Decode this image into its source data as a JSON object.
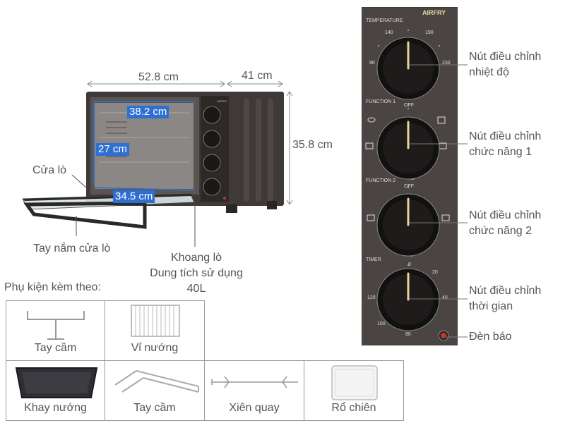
{
  "oven": {
    "width_label": "52.8 cm",
    "depth_label": "41 cm",
    "height_label": "35.8 cm",
    "inner_width_label": "38.2 cm",
    "inner_height_label": "27 cm",
    "inner_depth_label": "34.5 cm",
    "door_label": "Cửa lò",
    "handle_label": "Tay nắm cửa lò",
    "chamber_line1": "Khoang lò",
    "chamber_line2": "Dung tích sử dụng",
    "chamber_line3": "40L",
    "panel_logo_tiny": "AIRFRY"
  },
  "panel": {
    "logo": "AIRFRY",
    "temperature_title": "TEMPERATURE",
    "temp_marks": [
      "140",
      "190",
      "90",
      "230"
    ],
    "function1_title": "FUNCTION 1",
    "function1_off": "OFF",
    "function2_title": "FUNCTION 2",
    "function2_off": "OFF",
    "timer_title": "TIMER",
    "timer_marks": [
      "0",
      "20",
      "40",
      "120",
      "100",
      "80"
    ]
  },
  "callouts": [
    {
      "line1": "Nút điều chỉnh",
      "line2": "nhiệt độ"
    },
    {
      "line1": "Nút điều chỉnh",
      "line2": "chức năng 1"
    },
    {
      "line1": "Nút điều chỉnh",
      "line2": "chức năng 2"
    },
    {
      "line1": "Nút điều chỉnh",
      "line2": "thời gian"
    },
    {
      "line1": "Đèn báo",
      "line2": ""
    }
  ],
  "accessories": {
    "title": "Phụ kiện kèm theo:",
    "items": [
      {
        "name": "Tay cầm"
      },
      {
        "name": "Vỉ nướng"
      },
      {
        "name": "Khay nướng"
      },
      {
        "name": "Tay cầm"
      },
      {
        "name": "Xiên quay"
      },
      {
        "name": "Rổ chiên"
      }
    ]
  },
  "colors": {
    "oven_body": "#3f3a37",
    "panel": "#4a4542",
    "dimension_blue": "#2f6fd1",
    "knob_pointer": "#e8d59a",
    "indicator_red": "#c0392b"
  }
}
